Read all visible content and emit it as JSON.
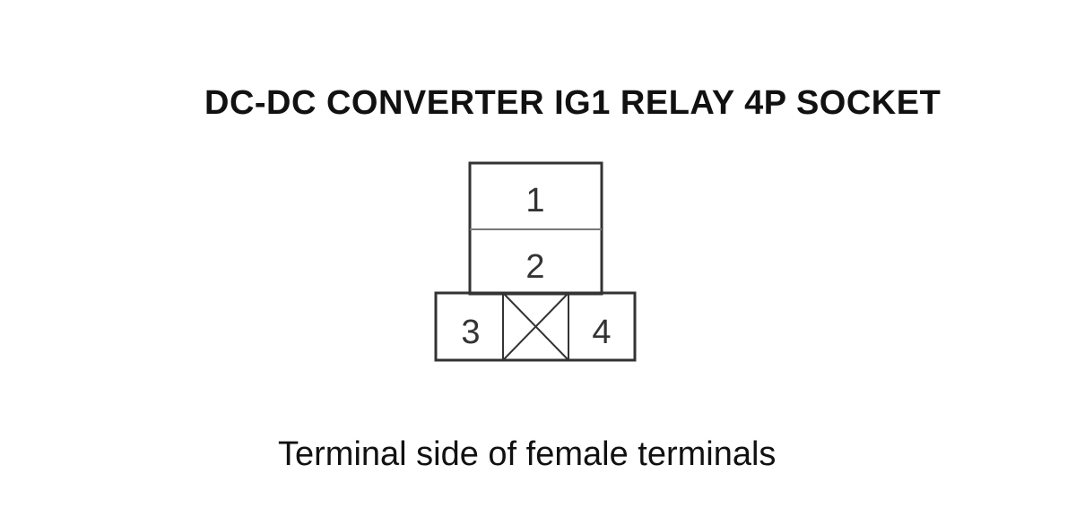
{
  "diagram": {
    "title": "DC-DC CONVERTER IG1 RELAY 4P SOCKET",
    "caption": "Terminal side of female terminals",
    "terminals": [
      {
        "id": "1",
        "label": "1"
      },
      {
        "id": "2",
        "label": "2"
      },
      {
        "id": "3",
        "label": "3"
      },
      {
        "id": "4",
        "label": "4"
      }
    ],
    "unused_cavity": "crossed-out",
    "colors": {
      "outline": "#333333",
      "divider": "#777777",
      "text": "#111111"
    }
  }
}
